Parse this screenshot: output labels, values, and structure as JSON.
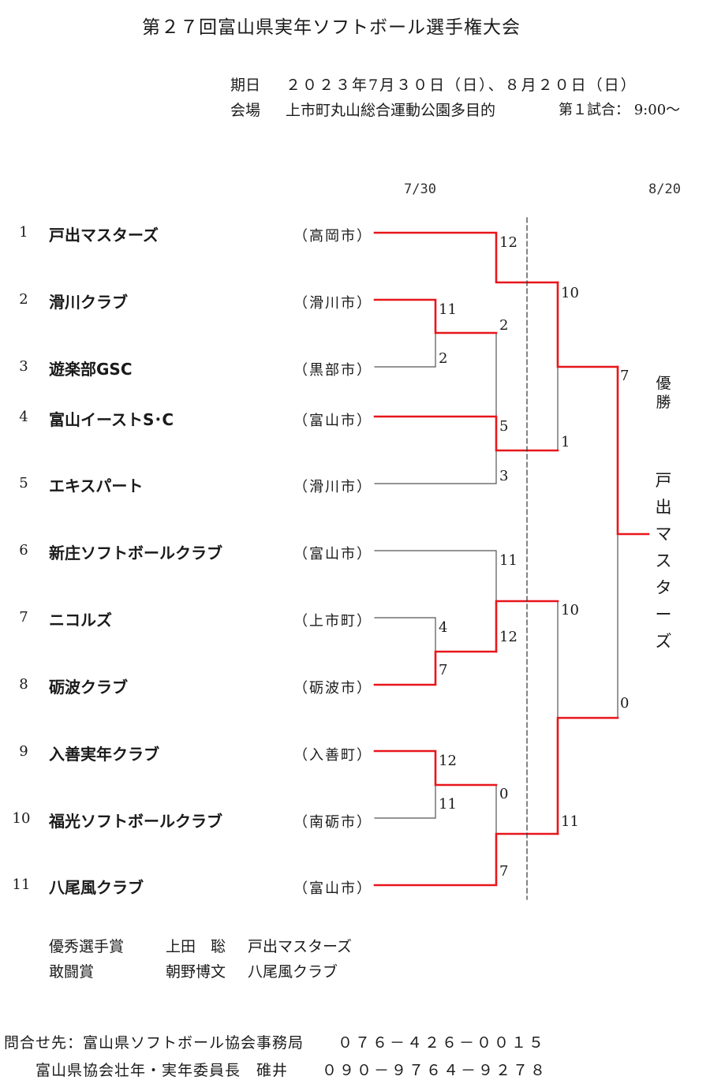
{
  "header": {
    "title": "第２７回富山県実年ソフトボール選手権大会",
    "date_label": "期日",
    "date_value": "２０２３年7月３０日（日）、８月２０日（日）",
    "venue_label": "会場",
    "venue_value": "上市町丸山総合運動公園多目的",
    "first_game": "第１試合： 9:00～"
  },
  "dates": {
    "round1": "7/30",
    "final": "8/20"
  },
  "teams": [
    {
      "seed": "1",
      "name": "戸出マスターズ",
      "city": "（高岡市）"
    },
    {
      "seed": "2",
      "name": "滑川クラブ",
      "city": "（滑川市）"
    },
    {
      "seed": "3",
      "name": "遊楽部GSC",
      "city": "（黒部市）"
    },
    {
      "seed": "4",
      "name": "富山イーストS･C",
      "city": "（富山市）"
    },
    {
      "seed": "5",
      "name": "エキスパート",
      "city": "（滑川市）"
    },
    {
      "seed": "6",
      "name": "新庄ソフトボールクラブ",
      "city": "（富山市）"
    },
    {
      "seed": "7",
      "name": "ニコルズ",
      "city": "（上市町）"
    },
    {
      "seed": "8",
      "name": "砺波クラブ",
      "city": "（砺波市）"
    },
    {
      "seed": "9",
      "name": "入善実年クラブ",
      "city": "（入善町）"
    },
    {
      "seed": "10",
      "name": "福光ソフトボールクラブ",
      "city": "（南砺市）"
    },
    {
      "seed": "11",
      "name": "八尾風クラブ",
      "city": "（富山市）"
    }
  ],
  "scores": {
    "r1_2v3_top": "11",
    "r1_2v3_bottom": "2",
    "r1_7v8_top": "4",
    "r1_7v8_bottom": "7",
    "r1_9v10_top": "12",
    "r1_9v10_bottom": "11",
    "qf_1_top": "12",
    "qf_1_bottom": "2",
    "qf_2_top": "5",
    "qf_2_bottom": "3",
    "qf_3_top": "11",
    "qf_3_bottom": "12",
    "qf_4_top": "0",
    "qf_4_bottom": "7",
    "sf_1_top": "10",
    "sf_1_bottom": "1",
    "sf_2_top": "10",
    "sf_2_bottom": "11",
    "final_top": "7",
    "final_bottom": "0"
  },
  "champion": {
    "label": "優勝",
    "name": "戸出マスターズ"
  },
  "awards": [
    {
      "title": "優秀選手賞",
      "person": "上田　聡",
      "team": "戸出マスターズ"
    },
    {
      "title": "敢闘賞",
      "person": "朝野博文",
      "team": "八尾風クラブ"
    }
  ],
  "contact": {
    "line1_label": "問合せ先：富山県ソフトボール協会事務局",
    "line1_phone": "０７６－４２６－００１５",
    "line2_label": "富山県協会壮年・実年委員長　碓井",
    "line2_phone": "０９０－９７６４－９２７８"
  },
  "colors": {
    "winner_line": "#e8161b",
    "loser_line": "#555555"
  }
}
